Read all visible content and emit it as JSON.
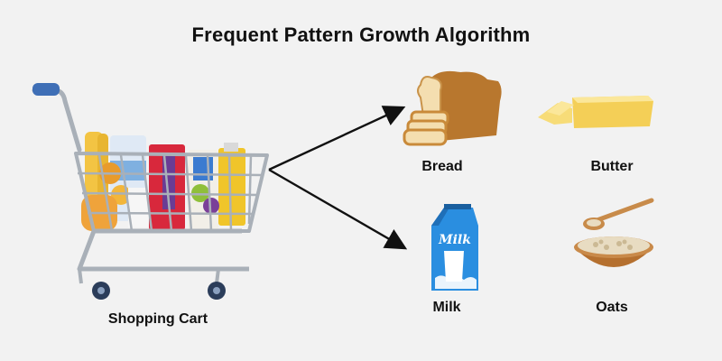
{
  "title": "Frequent Pattern Growth Algorithm",
  "source": {
    "label": "Shopping Cart",
    "icon": "shopping-cart-icon"
  },
  "items": [
    {
      "label": "Bread",
      "icon": "bread-icon"
    },
    {
      "label": "Butter",
      "icon": "butter-icon"
    },
    {
      "label": "Milk",
      "icon": "milk-carton-icon",
      "carton_text": "Milk"
    },
    {
      "label": "Oats",
      "icon": "oats-bowl-icon"
    }
  ],
  "colors": {
    "background": "#f2f2f2",
    "arrow": "#111111",
    "cart_frame": "#a9b0b8",
    "cart_handle": "#3f6fb6",
    "milk_carton": "#2a8ee0",
    "butter": "#f7e08a",
    "bread": "#c98a3a",
    "bowl": "#b5702f"
  }
}
